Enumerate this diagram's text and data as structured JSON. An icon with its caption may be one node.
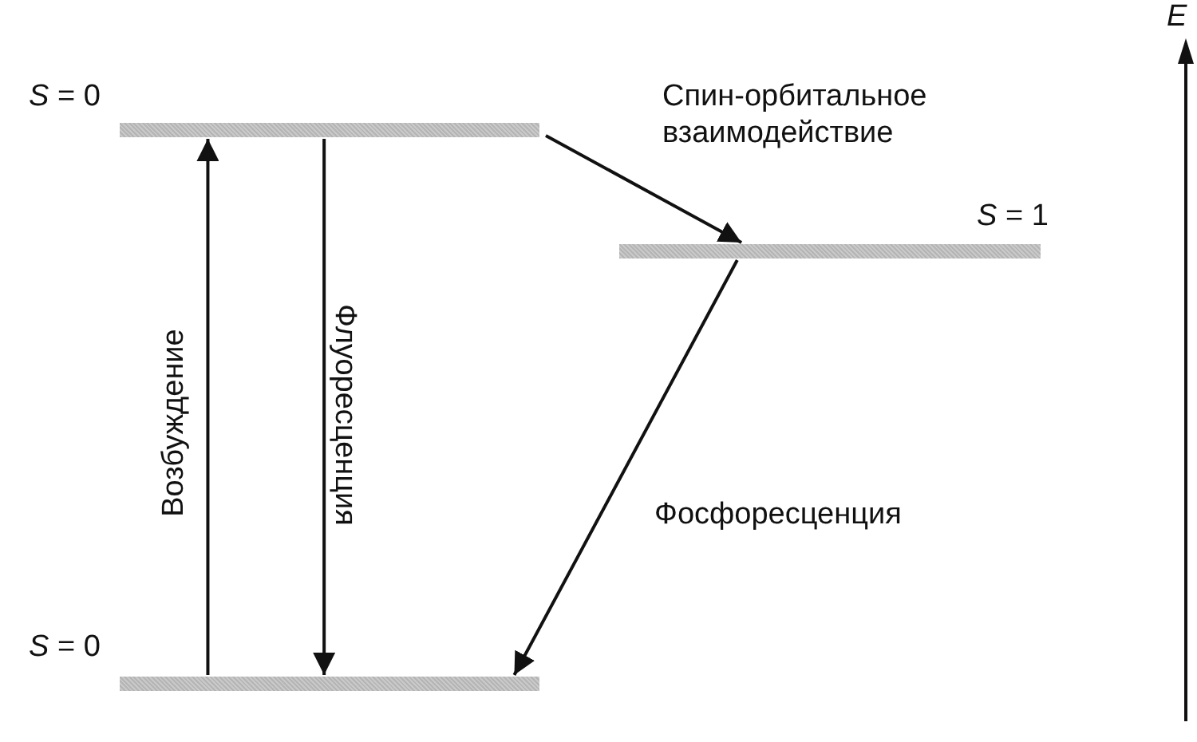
{
  "diagram": {
    "nodes": [
      {
        "text": [],
        "shape": "bar",
        "beside": [
          "*S* = 0"
        ]
      },
      {
        "text": [],
        "shape": "bar",
        "beside": [
          "*S* = 1"
        ]
      },
      {
        "text": [],
        "shape": "bar",
        "beside": [
          "*S* = 0"
        ]
      }
    ],
    "edges": [
      {
        "from": 2,
        "to": 0,
        "arrow": "to",
        "label": "Возбуждение"
      },
      {
        "from": 0,
        "to": 2,
        "arrow": "to",
        "label": "Флуоресценция"
      },
      {
        "from": 0,
        "to": 1,
        "arrow": "to",
        "label": "Спин-орбитальное взаимодействие"
      },
      {
        "from": 1,
        "to": 2,
        "arrow": "to",
        "label": "Фосфоресценция"
      }
    ],
    "labels": [
      "*E*"
    ]
  }
}
